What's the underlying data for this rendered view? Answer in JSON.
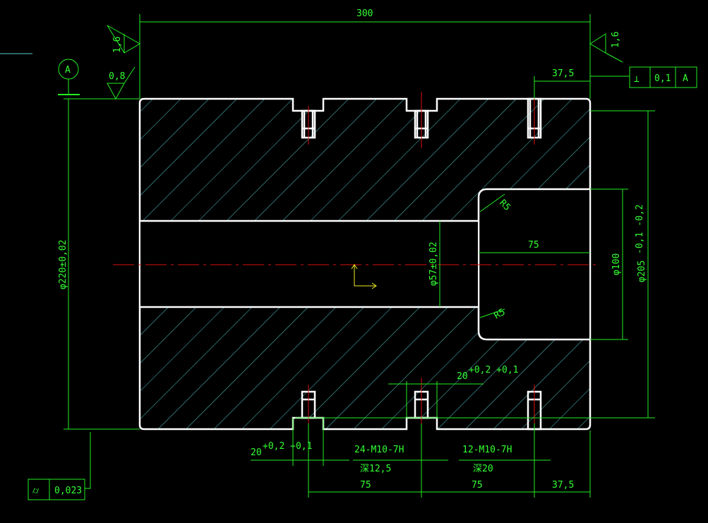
{
  "dimensions": {
    "overall_length": "300",
    "top_offset": "37,5",
    "outer_diameter": "φ220±0,02",
    "bore_diameter": "φ57±0,02",
    "counterbore_depth": "75",
    "counterbore_diameter": "φ100",
    "pitch_diameter": "φ205",
    "pitch_diameter_tol": "-0,1 -0,2",
    "radius_top": "R5",
    "radius_bottom": "R5",
    "notch_width_left": "20",
    "notch_width_left_tol": "+0,2 +0,1",
    "notch_width_mid": "20",
    "notch_width_mid_tol": "+0,2 +0,1",
    "bottom_spacing_1": "75",
    "bottom_spacing_2": "75",
    "bottom_offset": "37,5"
  },
  "threads": {
    "left_spec": "24-M10-7H",
    "left_depth": "深12,5",
    "right_spec": "12-M10-7H",
    "right_depth": "深20"
  },
  "roughness": {
    "left_top": "1,6",
    "left_face": "0,8",
    "right_top": "1,6"
  },
  "datum": {
    "label": "A"
  },
  "tolerances": {
    "perpendicularity": {
      "symbol": "⊥",
      "value": "0,1",
      "datum": "A"
    },
    "cylindricity": {
      "symbol": "⌭",
      "value": "0,023"
    }
  }
}
